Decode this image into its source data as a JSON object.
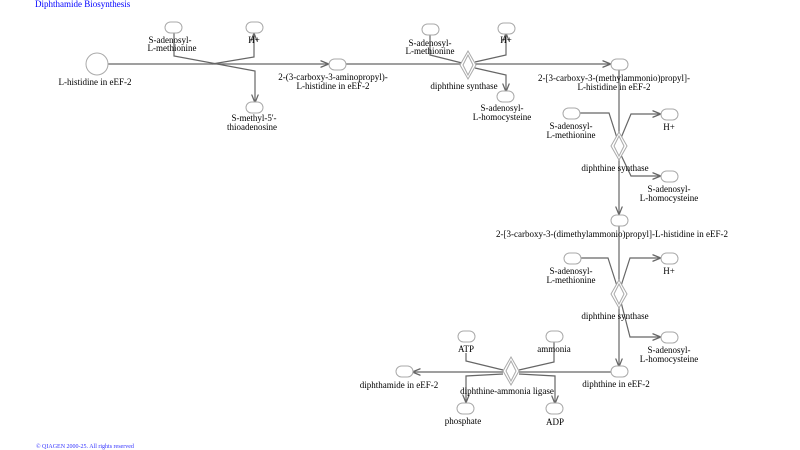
{
  "title": "Diphthamide Biosynthesis",
  "footer": "© QIAGEN 2000-25. All rights reserved",
  "colors": {
    "title": "#0000ff",
    "node_stroke": "#aaaaaa",
    "edge": "#666666"
  },
  "nodes": {
    "l_histidine": "L-histidine in eEF-2",
    "sam1": [
      "S-adenosyl-",
      "L-methionine"
    ],
    "h1": "H+",
    "mta": [
      "S-methyl-5'-",
      "thioadenosine"
    ],
    "acp": [
      "2-(3-carboxy-3-aminopropyl)-",
      "L-histidine in eEF-2"
    ],
    "sam2": [
      "S-adenosyl-",
      "L-methionine"
    ],
    "h2": "H+",
    "sah2": [
      "S-adenosyl-",
      "L-homocysteine"
    ],
    "mono": [
      "2-[3-carboxy-3-(methylammonio)propyl]-",
      "L-histidine in eEF-2"
    ],
    "sam3": [
      "S-adenosyl-",
      "L-methionine"
    ],
    "h3": "H+",
    "sah3": [
      "S-adenosyl-",
      "L-homocysteine"
    ],
    "di": "2-[3-carboxy-3-(dimethylammonio)propyl]-L-histidine in eEF-2",
    "sam4": [
      "S-adenosyl-",
      "L-methionine"
    ],
    "h4": "H+",
    "sah4": [
      "S-adenosyl-",
      "L-homocysteine"
    ],
    "diphthine": "diphthine in eEF-2",
    "atp": "ATP",
    "ammonia": "ammonia",
    "diphthamide": "diphthamide in eEF-2",
    "phosphate": "phosphate",
    "adp": "ADP"
  },
  "enzymes": {
    "e1": "diphthine synthase",
    "e2": "diphthine synthase",
    "e3": "diphthine synthase",
    "e4": "diphthine-ammonia ligase"
  }
}
